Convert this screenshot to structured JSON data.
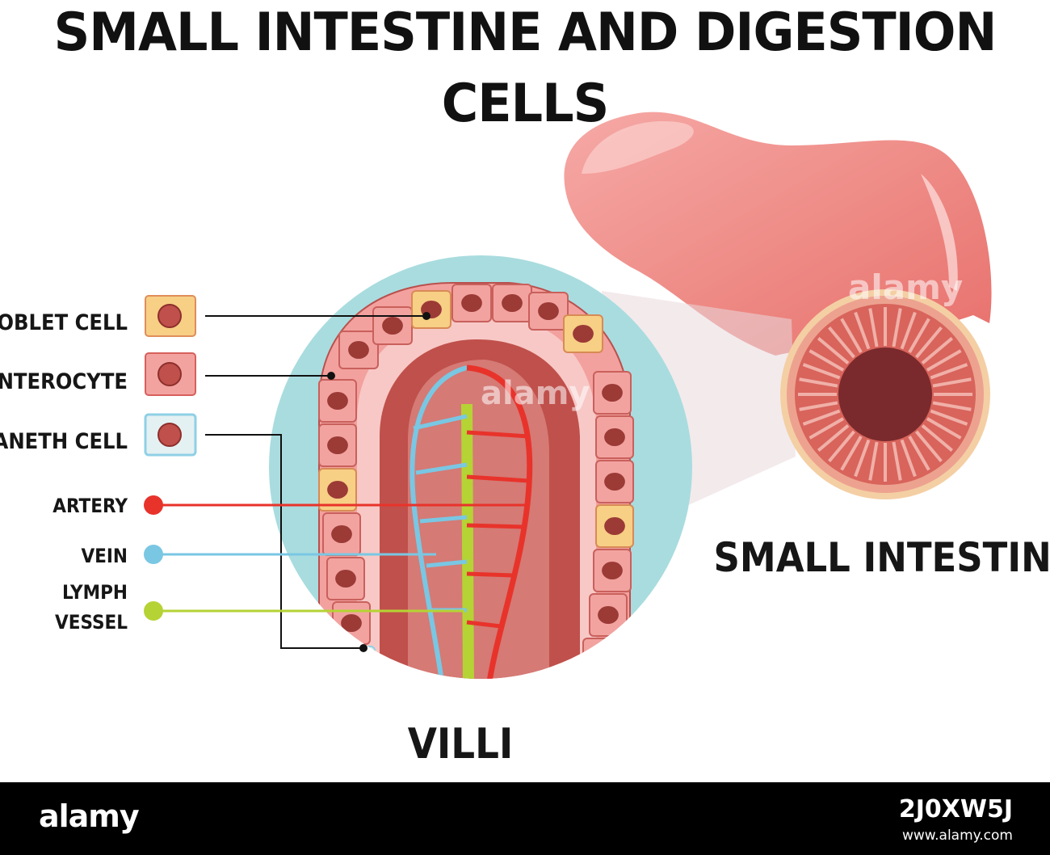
{
  "title": "SMALL INTESTINE AND DIGESTION CELLS",
  "labels": {
    "goblet_cell": "GOBLET CELL",
    "enterocyte": "ENTEROCYTE",
    "paneth_cell": "PANETH CELL",
    "artery": "ARTERY",
    "vein": "VEIN",
    "lymph_vessel_line1": "LYMPH",
    "lymph_vessel_line2": "VESSEL",
    "villi": "VILLI",
    "small_intestine": "SMALL INTESTINE"
  },
  "watermark": "alamy",
  "footer": {
    "brand": "alamy",
    "image_id": "2J0XW5J",
    "url": "www.alamy.com"
  },
  "colors": {
    "artery": "#e8332b",
    "vein": "#79c7e3",
    "lymph": "#b5d334",
    "lens_bg": "#a9dcdf",
    "intestine": "#f08f8f",
    "goblet_fill": "#f7cf85",
    "enterocyte_fill": "#f2a3a0",
    "paneth_fill": "#e4f1f2"
  },
  "icons": [
    "goblet-cell-swatch",
    "enterocyte-swatch",
    "paneth-cell-swatch",
    "artery-dot",
    "vein-dot",
    "lymph-dot"
  ]
}
